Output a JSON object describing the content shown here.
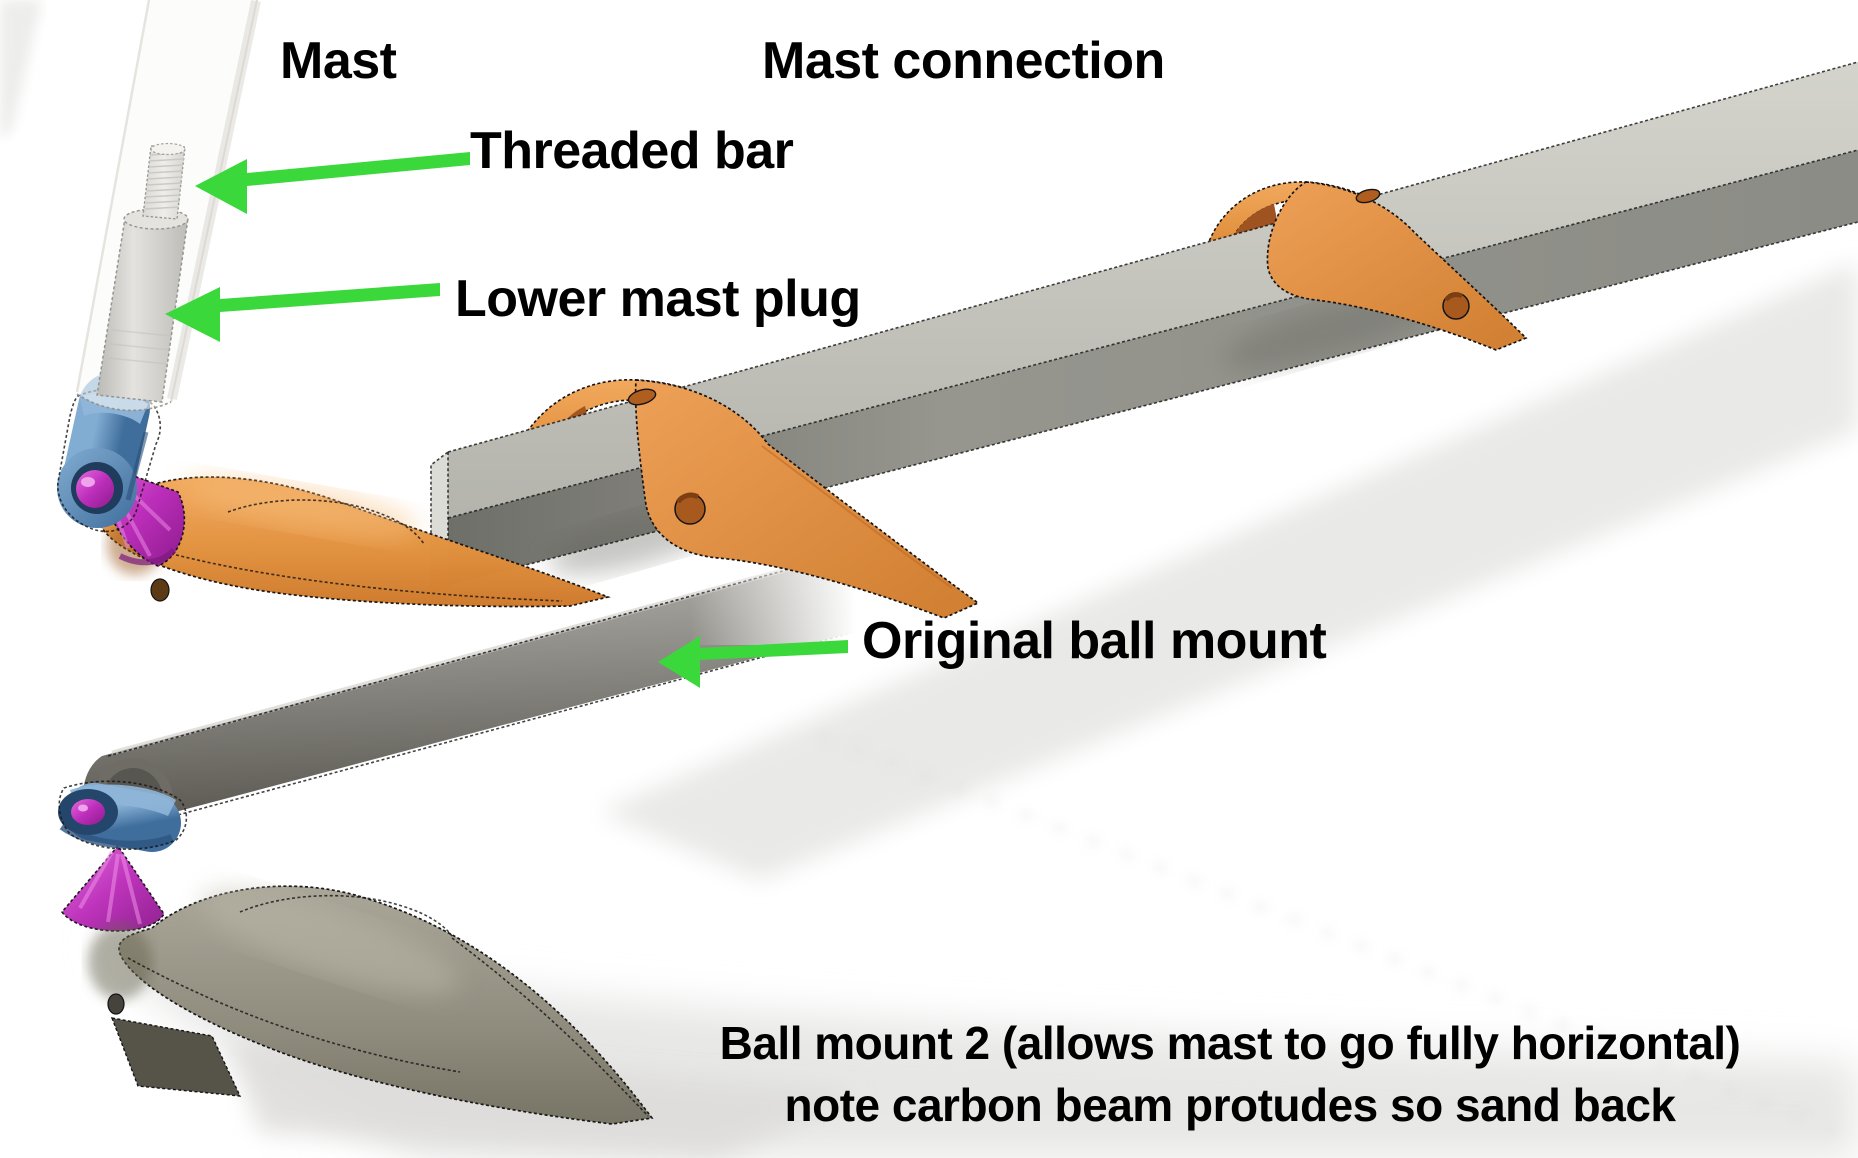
{
  "labels": {
    "mast": "Mast",
    "mast_connection": "Mast connection",
    "threaded_bar": "Threaded bar",
    "lower_mast_plug": "Lower mast plug",
    "original_ball_mount": "Original ball mount",
    "ball_mount_2_line_1": "Ball mount 2 (allows mast to go fully horizontal)",
    "ball_mount_2_line_2": "note carbon beam protudes so sand back"
  },
  "colors": {
    "background": "#ffffff",
    "annotation_text": "#000000",
    "annotation_arrow_green": "#3bd83b",
    "ball_mount_orange": "#e2923f",
    "carbon_beam_gray": "#9a9a93",
    "boom_tube_gray": "#8f8d85",
    "ball_joint_blue": "#4d7cab",
    "pivot_cone_magenta": "#c238c2",
    "ball_mount_2_gray": "#93907f"
  }
}
